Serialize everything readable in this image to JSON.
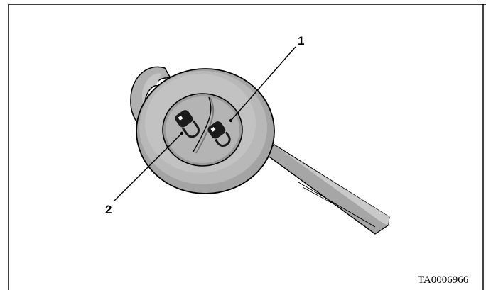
{
  "diagram": {
    "callouts": [
      {
        "id": "1",
        "text": "1"
      },
      {
        "id": "2",
        "text": "2"
      }
    ],
    "figure_id": "TA0006966"
  }
}
